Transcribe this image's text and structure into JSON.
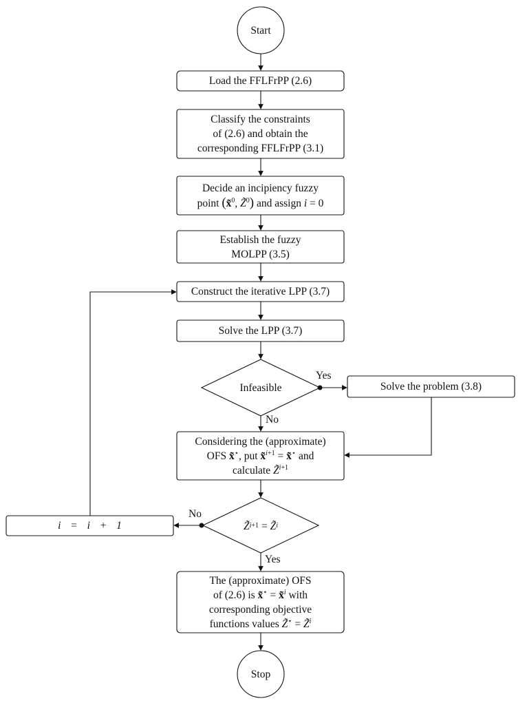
{
  "nodes": {
    "start": "Start",
    "load": "Load the FFLFrPP (2.6)",
    "classify_1": "Classify the constraints",
    "classify_2": "of (2.6) and obtain the",
    "classify_3": "corresponding FFLFrPP (3.1)",
    "decide_1": "Decide an incipiency fuzzy",
    "decide_2a": "point",
    "decide_2b": "and assign",
    "establish_1": "Establish the fuzzy",
    "establish_2": "MOLPP (3.5)",
    "construct": "Construct the iterative LPP (3.7)",
    "solve_lpp": "Solve the LPP (3.7)",
    "infeasible": "Infeasible",
    "solve_problem": "Solve the problem (3.8)",
    "considering_1": "Considering the (approximate)",
    "considering_2a": "OFS",
    "considering_2b": ", put",
    "considering_2c": "and",
    "considering_3a": "calculate",
    "increment": "i = i + 1",
    "final_1": "The (approximate) OFS",
    "final_2a": "of (2.6) is",
    "final_2b": "with",
    "final_3": "corresponding objective",
    "final_4": "functions values",
    "stop": "Stop"
  },
  "edge_labels": {
    "yes_infeasible": "Yes",
    "no_infeasible": "No",
    "no_converged": "No",
    "yes_converged": "Yes"
  }
}
